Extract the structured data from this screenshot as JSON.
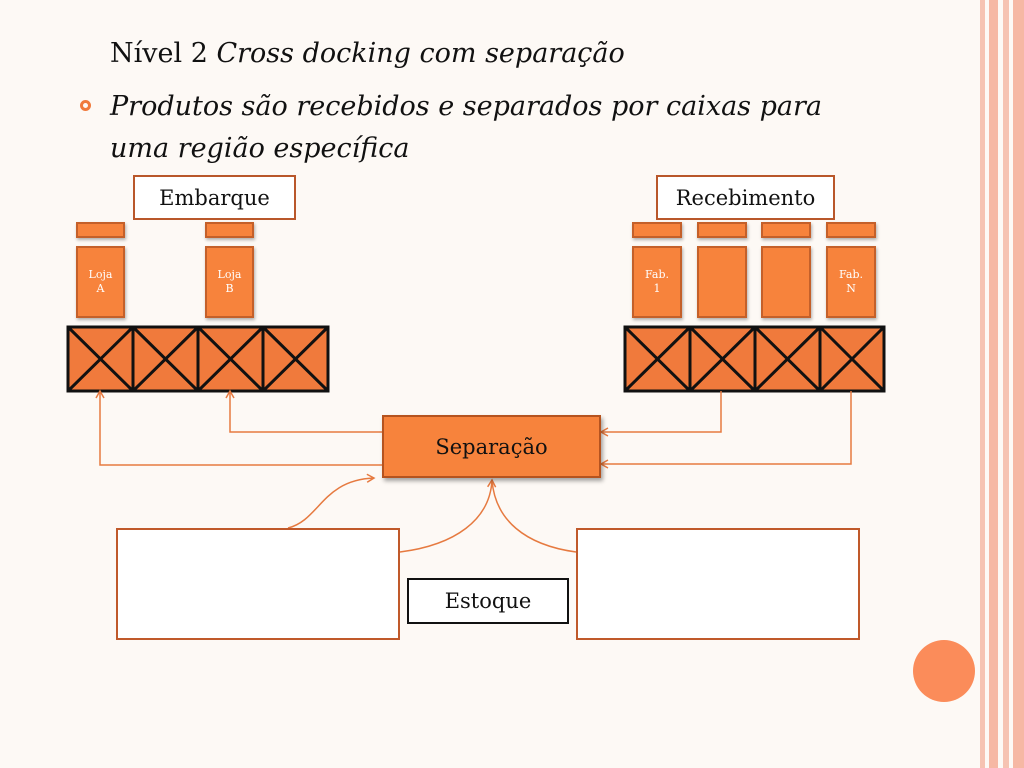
{
  "slide": {
    "title_prefix": "Nível 2",
    "title_italic": "Cross docking com separação",
    "bullet": "Produtos são recebidos e separados por caixas para uma região específica"
  },
  "diagram": {
    "embarque": "Embarque",
    "recebimento": "Recebimento",
    "separacao": "Separação",
    "estoque": "Estoque",
    "stores": [
      {
        "line1": "Loja",
        "line2": "A"
      },
      {
        "line1": "Loja",
        "line2": "B"
      }
    ],
    "factories": [
      {
        "line1": "Fab.",
        "line2": "1"
      },
      {
        "line1": "",
        "line2": ""
      },
      {
        "line1": "",
        "line2": ""
      },
      {
        "line1": "Fab.",
        "line2": "N"
      }
    ]
  },
  "colors": {
    "accent": "#f7833c",
    "arrow": "#e67a40",
    "stripe": "#f6b8a4",
    "circle": "#fb8c5a"
  }
}
